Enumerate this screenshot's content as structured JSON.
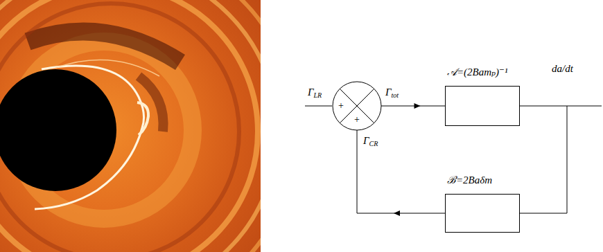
{
  "diagram": {
    "nodes": [
      {
        "text": [
          "+",
          "+"
        ]
      },
      {
        "text": [
          "𝒜=(2Bamₚ)⁻¹"
        ]
      },
      {
        "text": [
          "ℬ=2Baδm"
        ]
      }
    ],
    "edges": [
      {
        "from": 0,
        "to": 1,
        "arrow": "to",
        "label": "Γtot"
      },
      {
        "from": 1,
        "to": 2,
        "arrow": "none"
      },
      {
        "from": 2,
        "to": 0,
        "arrow": "to",
        "label": "ΓCR"
      }
    ],
    "labels": [
      "ΓLR",
      "da/dt"
    ]
  }
}
